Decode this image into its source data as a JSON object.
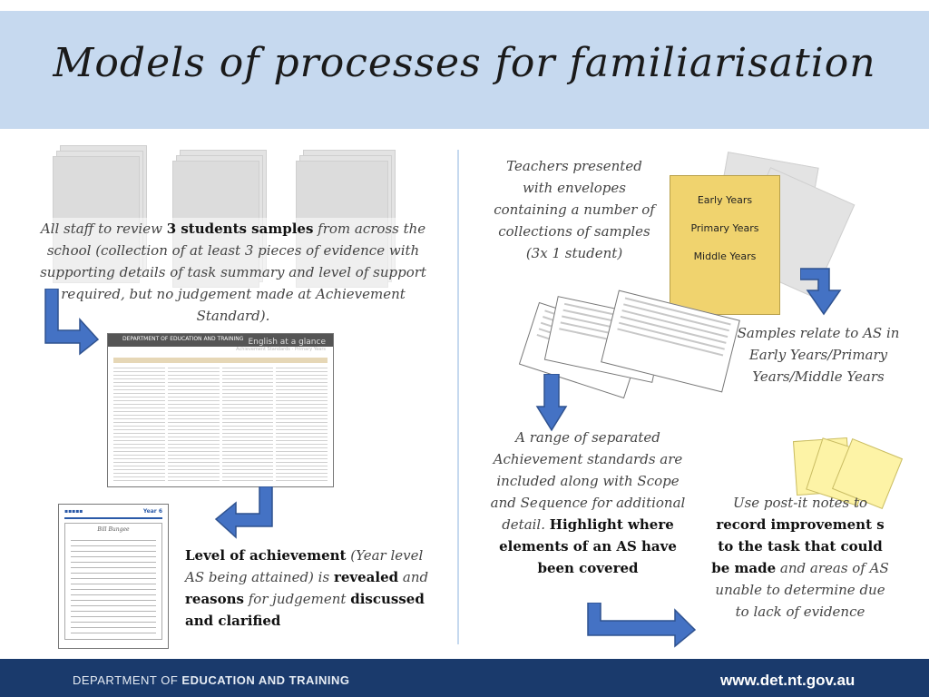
{
  "title": "Models of processes for familiarisation",
  "left_intro": {
    "part1": "All staff to review ",
    "bold": "3 students samples",
    "part2": " from across the school (collection of at least 3 pieces of evidence with supporting details of task summary and level of support required, but no judgement made at Achievement Standard)."
  },
  "doc_header": "DEPARTMENT OF EDUCATION AND TRAINING",
  "doc_title": "English at a glance",
  "doc_subtitle": "Achievement Standards - Primary Years",
  "sample_tag": "Year 6",
  "sample_heading": "Bill Bungee",
  "left_level": {
    "b1": "Level of achievement",
    "t1": " (Year level AS being attained) is ",
    "b2": "revealed",
    "t2": " and ",
    "b3": "reasons",
    "t3": " for judgement ",
    "b4": "discussed and clarified"
  },
  "right_teachers": "Teachers presented with envelopes containing a number of collections of samples (3x 1 student)",
  "envelope_items": [
    "Early Years",
    "Primary Years",
    "Middle Years"
  ],
  "right_samples": "Samples relate to AS in Early Years/Primary Years/Middle Years",
  "right_range": {
    "t1": "A range of separated Achievement standards are included along with Scope and Sequence for additional detail.",
    "b1": "Highlight where elements of an AS have been covered"
  },
  "right_postit": {
    "t1": "Use post-it notes to ",
    "b1": "record improvement s to the task that could be made",
    "t2": " and areas of AS unable to determine due to lack of evidence"
  },
  "footer": {
    "dept_a": "DEPARTMENT OF ",
    "dept_b": "EDUCATION AND TRAINING",
    "url": "www.det.nt.gov.au"
  },
  "colors": {
    "title_band": "#c6d9ef",
    "arrow": "#4472c4",
    "envelope": "#f0d36e",
    "postit": "#fdf3a6",
    "footer": "#1a3a6c"
  }
}
